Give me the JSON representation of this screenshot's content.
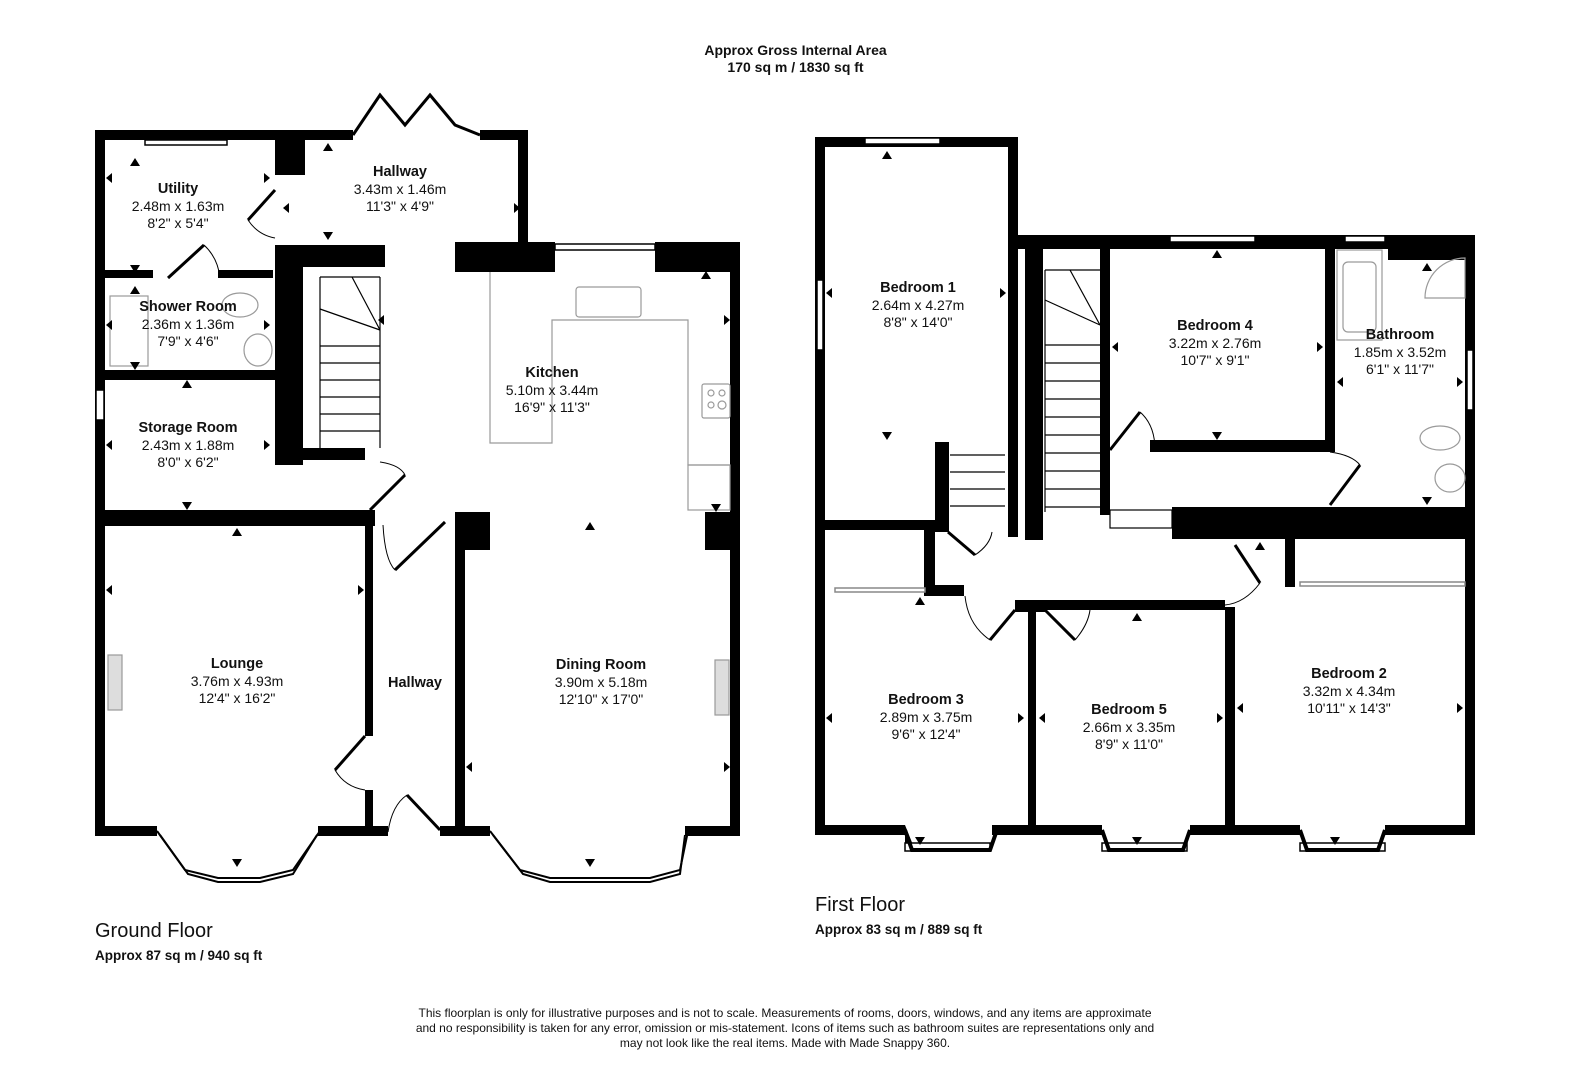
{
  "header": {
    "line1": "Approx Gross Internal Area",
    "line2": "170 sq m / 1830 sq ft"
  },
  "ground_floor": {
    "title": "Ground Floor",
    "area": "Approx 87 sq m / 940 sq ft",
    "rooms": [
      {
        "name": "Hallway",
        "metric": "3.43m x 1.46m",
        "imperial": "11'3\" x 4'9\""
      },
      {
        "name": "Utility",
        "metric": "2.48m x 1.63m",
        "imperial": "8'2\" x 5'4\""
      },
      {
        "name": "Shower Room",
        "metric": "2.36m x 1.36m",
        "imperial": "7'9\" x 4'6\""
      },
      {
        "name": "Storage Room",
        "metric": "2.43m x 1.88m",
        "imperial": "8'0\" x 6'2\""
      },
      {
        "name": "Kitchen",
        "metric": "5.10m x 3.44m",
        "imperial": "16'9\" x 11'3\""
      },
      {
        "name": "Lounge",
        "metric": "3.76m x 4.93m",
        "imperial": "12'4\" x 16'2\""
      },
      {
        "name": "Hallway",
        "metric": "",
        "imperial": ""
      },
      {
        "name": "Dining Room",
        "metric": "3.90m x 5.18m",
        "imperial": "12'10\" x 17'0\""
      }
    ]
  },
  "first_floor": {
    "title": "First Floor",
    "area": "Approx 83 sq m / 889 sq ft",
    "rooms": [
      {
        "name": "Bedroom 1",
        "metric": "2.64m x 4.27m",
        "imperial": "8'8\" x 14'0\""
      },
      {
        "name": "Bedroom 4",
        "metric": "3.22m x 2.76m",
        "imperial": "10'7\" x 9'1\""
      },
      {
        "name": "Bathroom",
        "metric": "1.85m x 3.52m",
        "imperial": "6'1\" x 11'7\""
      },
      {
        "name": "Bedroom 3",
        "metric": "2.89m x 3.75m",
        "imperial": "9'6\" x 12'4\""
      },
      {
        "name": "Bedroom 5",
        "metric": "2.66m x 3.35m",
        "imperial": "8'9\" x 11'0\""
      },
      {
        "name": "Bedroom 2",
        "metric": "3.32m x 4.34m",
        "imperial": "10'11\" x 14'3\""
      }
    ]
  },
  "disclaimer": {
    "line1": "This floorplan is only for illustrative purposes and is not to scale. Measurements of rooms, doors, windows, and any items are approximate",
    "line2": "and no responsibility is taken for any error, omission or mis-statement. Icons of items such as bathroom suites are representations only and",
    "line3": "may not look like the real items. Made with Made Snappy 360."
  },
  "colors": {
    "wall": "#000000",
    "fixture": "#9a9a9a",
    "background": "#ffffff"
  }
}
